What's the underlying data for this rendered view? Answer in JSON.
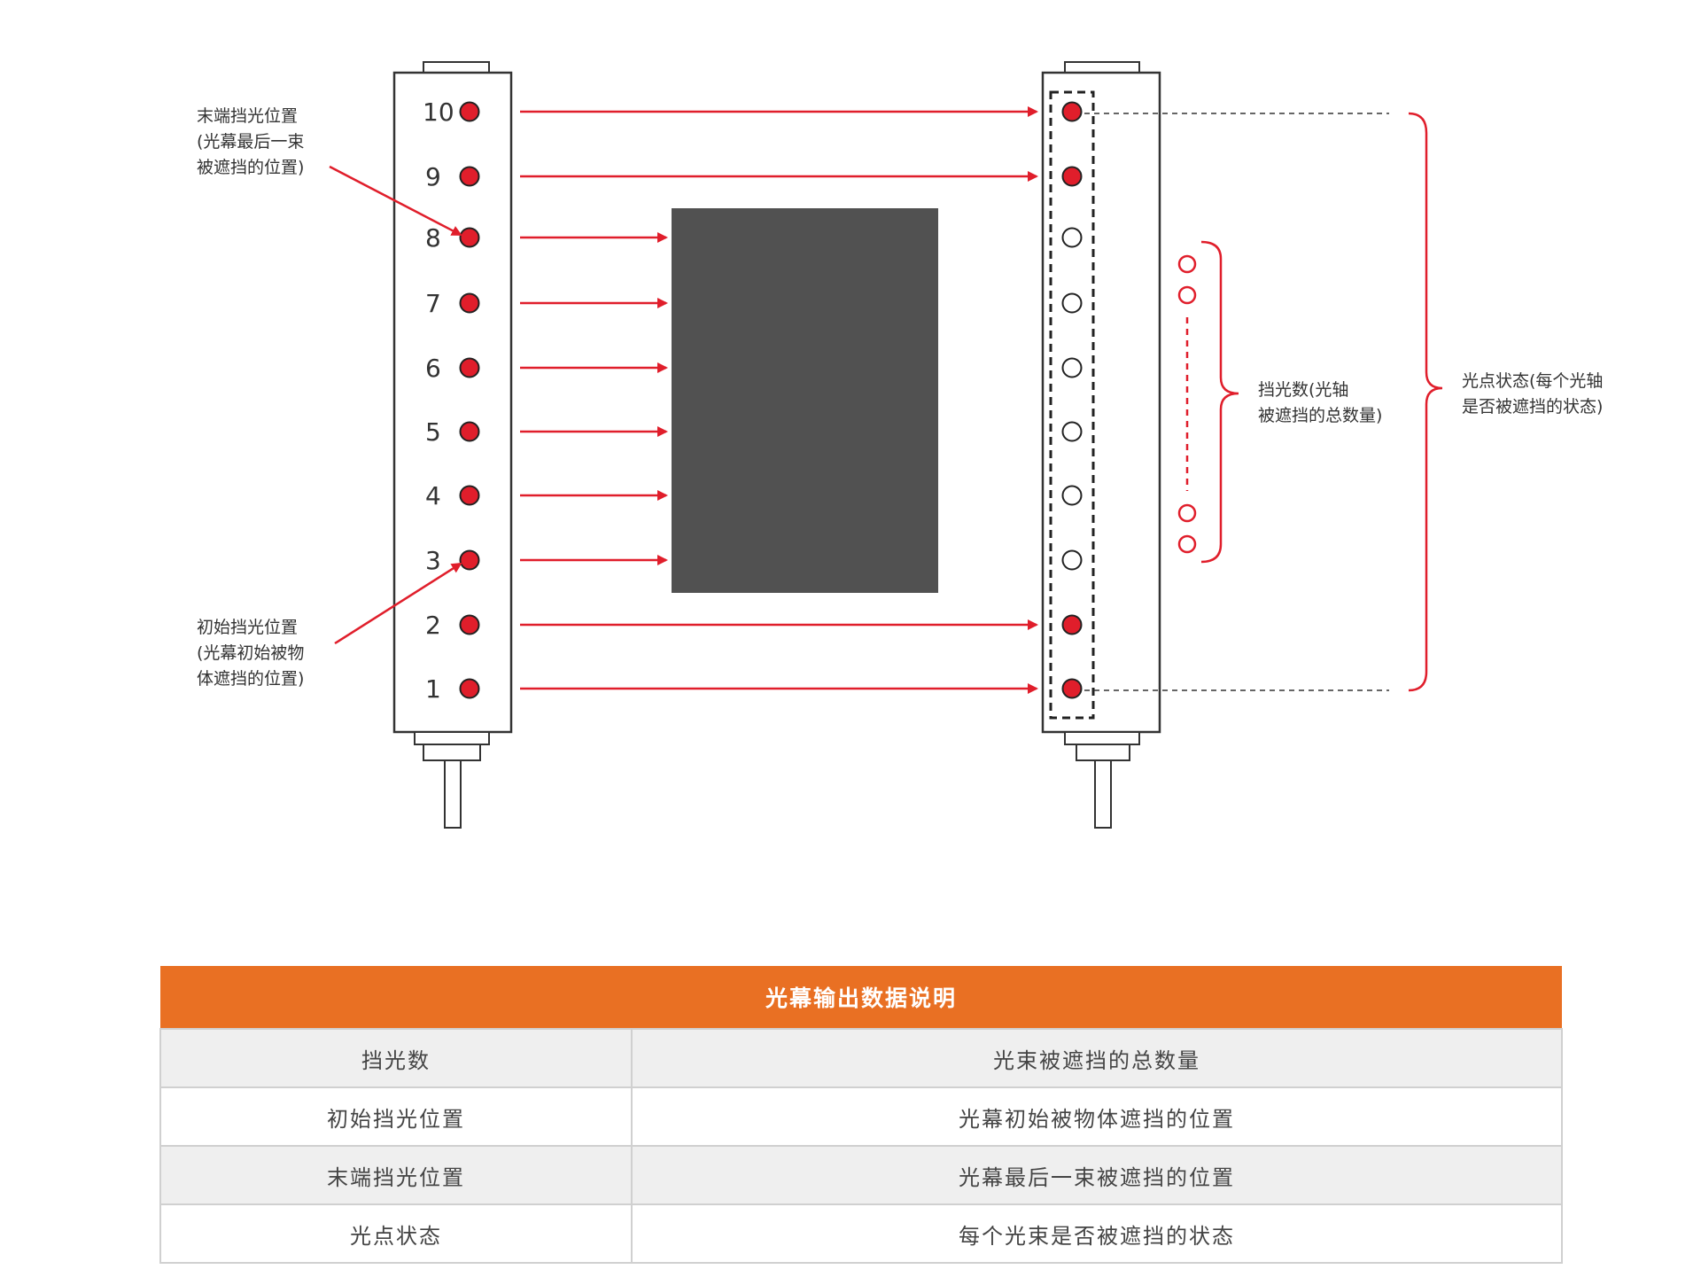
{
  "colors": {
    "accent": "#e01e2b",
    "object": "#515151",
    "header": "#e97023",
    "frame": "#333333"
  },
  "emitter": {
    "numbers": [
      "10",
      "9",
      "8",
      "7",
      "6",
      "5",
      "4",
      "3",
      "2",
      "1"
    ]
  },
  "receiver": {
    "states": [
      true,
      true,
      false,
      false,
      false,
      false,
      false,
      false,
      true,
      true
    ]
  },
  "labels": {
    "end_position": [
      "末端挡光位置",
      "(光幕最后一束",
      "被遮挡的位置)"
    ],
    "start_position": [
      "初始挡光位置",
      "(光幕初始被物",
      "体遮挡的位置)"
    ],
    "blocked_count": [
      "挡光数(光轴",
      "被遮挡的总数量)"
    ],
    "spot_state": [
      "光点状态(每个光轴",
      "是否被遮挡的状态)"
    ]
  },
  "table": {
    "title": "光幕输出数据说明",
    "rows": [
      {
        "term": "挡光数",
        "desc": "光束被遮挡的总数量"
      },
      {
        "term": "初始挡光位置",
        "desc": "光幕初始被物体遮挡的位置"
      },
      {
        "term": "末端挡光位置",
        "desc": "光幕最后一束被遮挡的位置"
      },
      {
        "term": "光点状态",
        "desc": "每个光束是否被遮挡的状态"
      }
    ]
  }
}
